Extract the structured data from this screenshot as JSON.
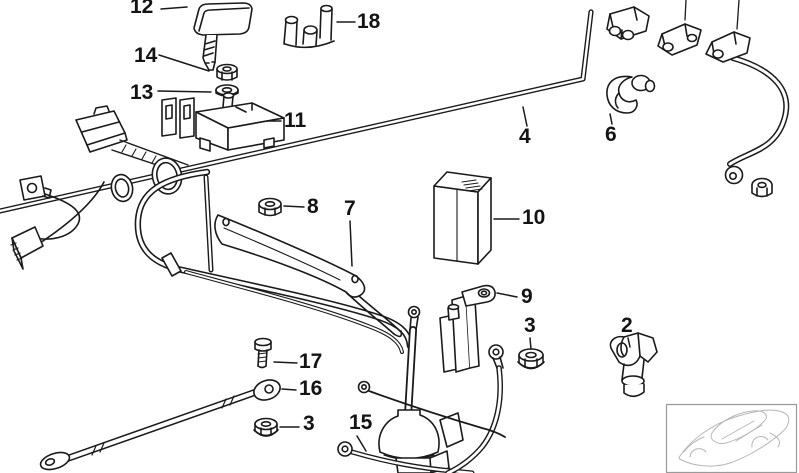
{
  "diagram": {
    "kind": "exploded parts line drawing",
    "colors": {
      "ink": "#1a1a1a",
      "background": "#ffffff",
      "inset_border": "#9a9a9a",
      "inset_car": "#b7b7b7"
    },
    "inset": {
      "content": "car-silhouette-thumbnail"
    }
  },
  "callouts": [
    {
      "label": "12"
    },
    {
      "label": "14"
    },
    {
      "label": "13"
    },
    {
      "label": "11"
    },
    {
      "label": "18"
    },
    {
      "label": "4"
    },
    {
      "label": "6"
    },
    {
      "label": "8"
    },
    {
      "label": "7"
    },
    {
      "label": "10"
    },
    {
      "label": "9"
    },
    {
      "label": "3"
    },
    {
      "label": "2"
    },
    {
      "label": "17"
    },
    {
      "label": "16"
    },
    {
      "label": "3"
    },
    {
      "label": "15"
    }
  ]
}
